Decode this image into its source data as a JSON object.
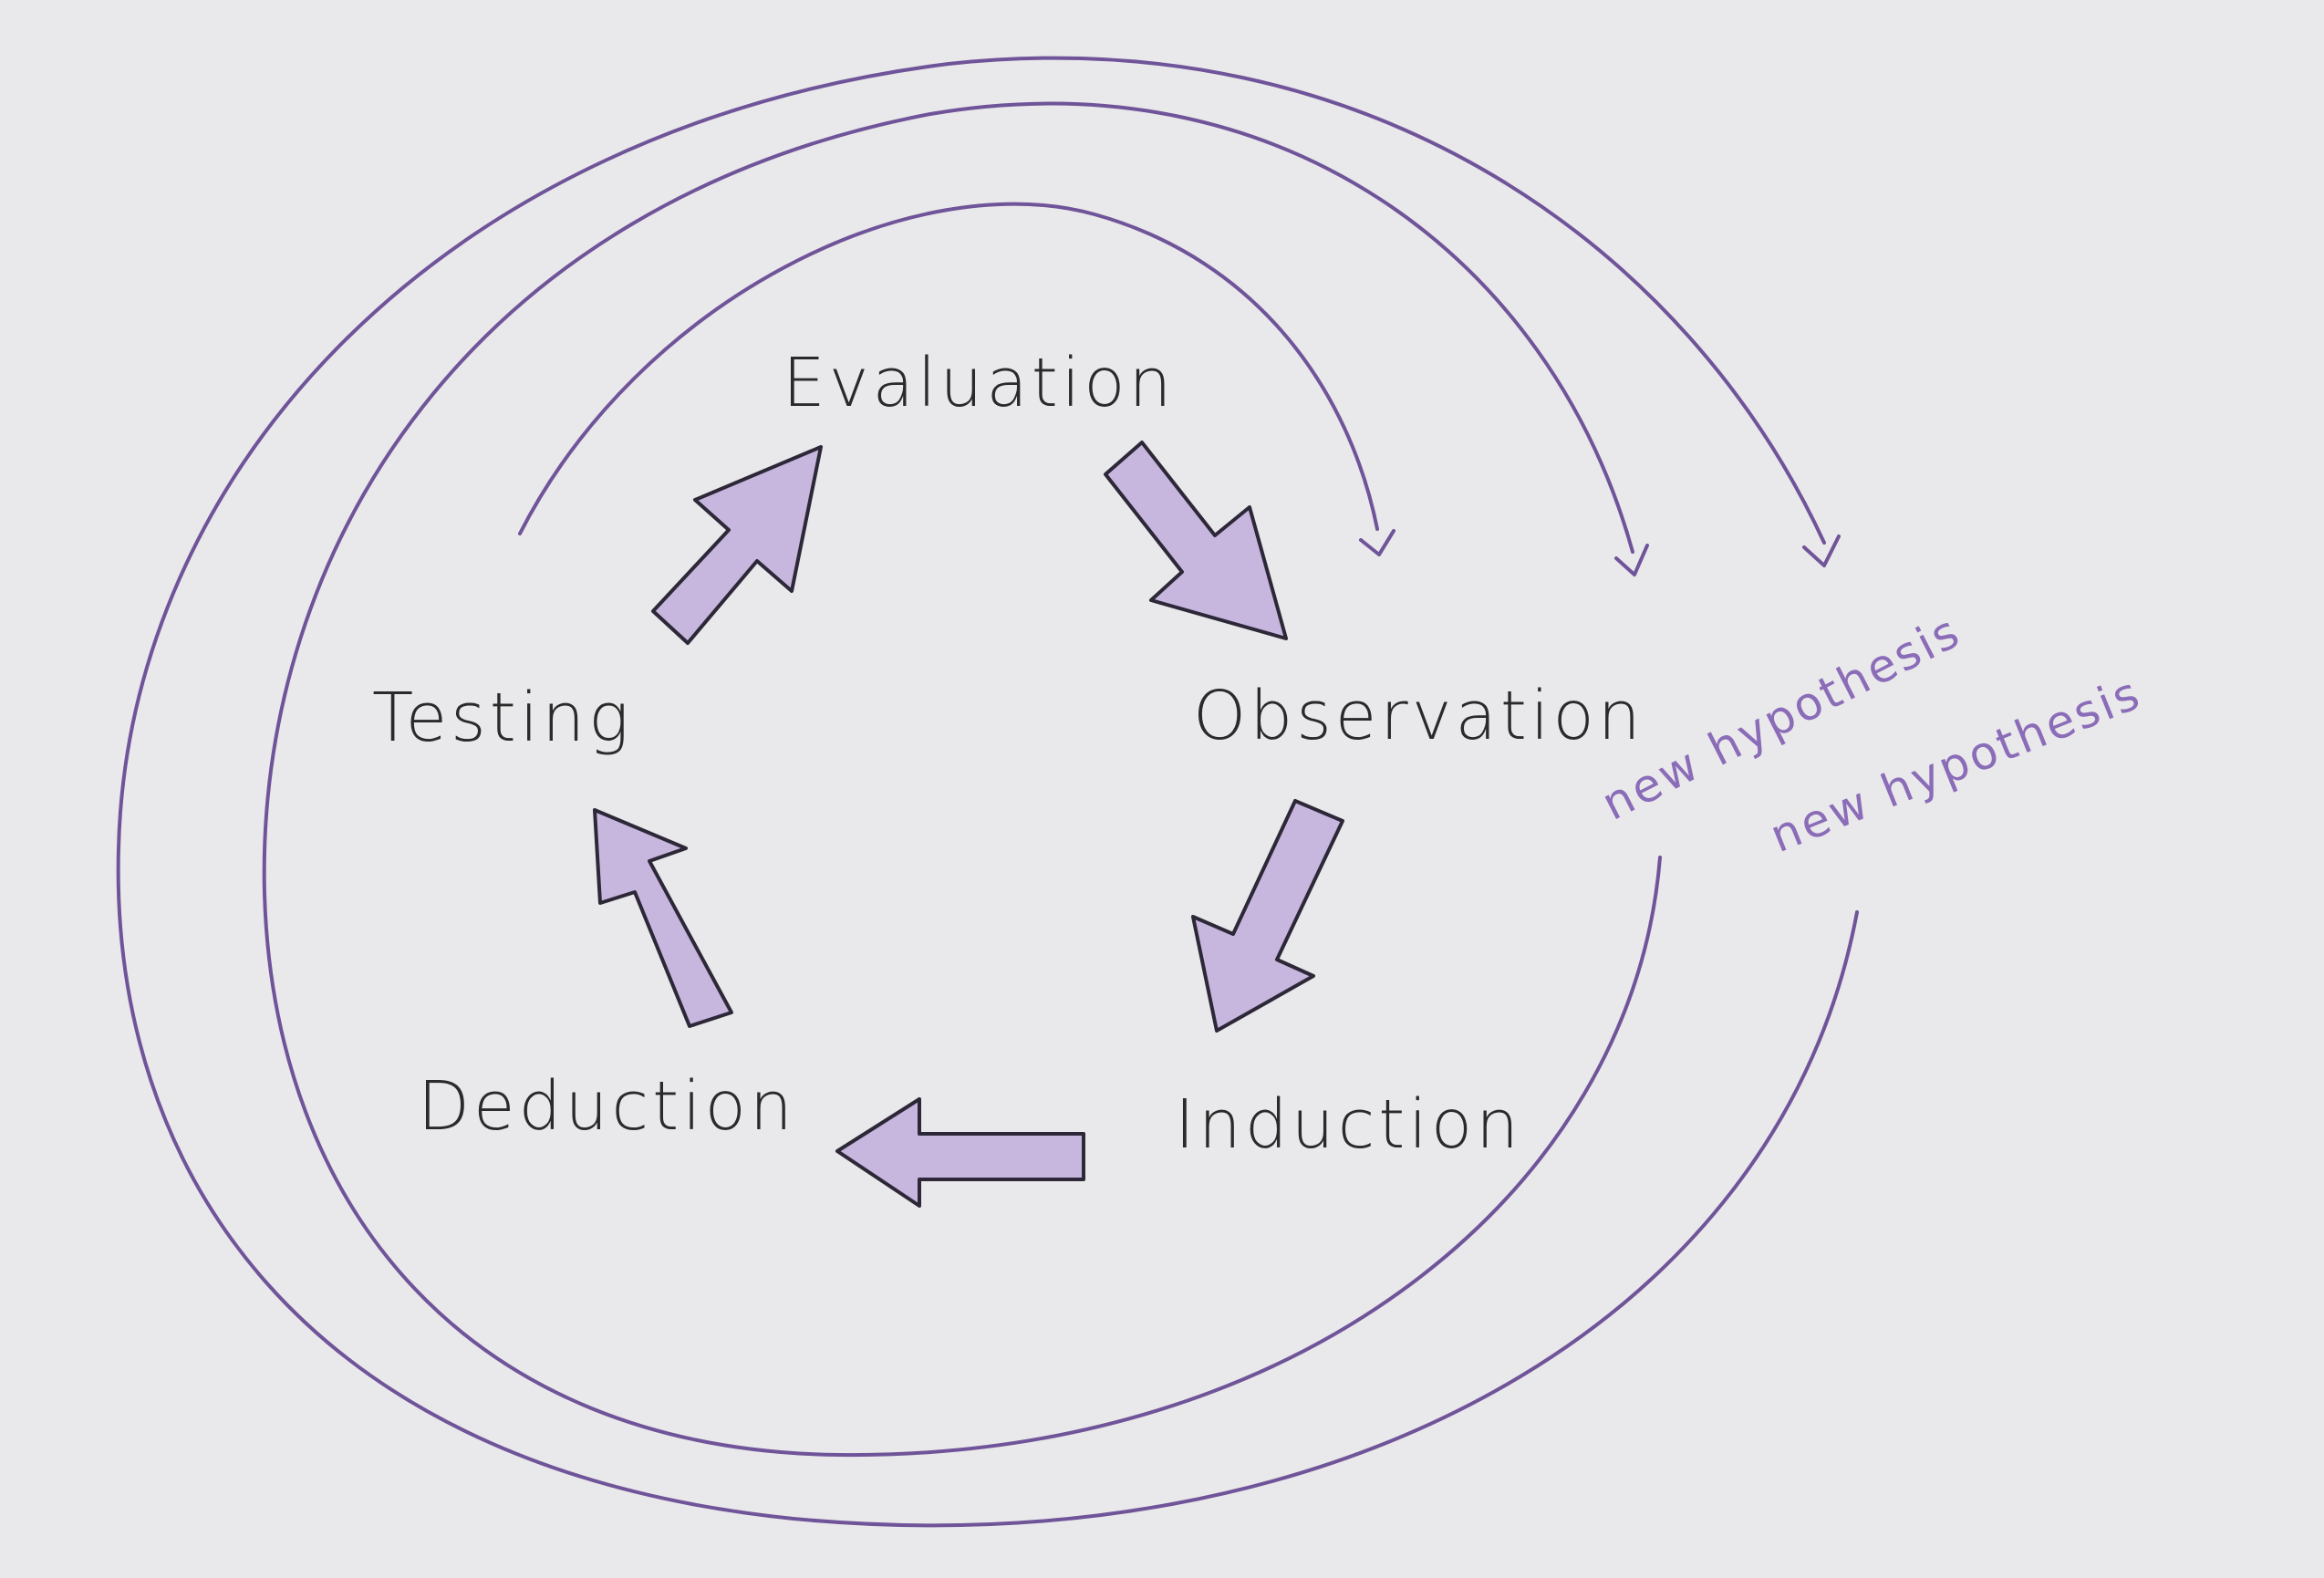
{
  "diagram": {
    "nodes": {
      "evaluation": "Evaluation",
      "observation": "Observation",
      "induction": "Induction",
      "deduction": "Deduction",
      "testing": "Testing"
    },
    "loops": {
      "inner_label": "new hypothesis",
      "outer_label": "new hypothesis"
    },
    "colors": {
      "paper": "#e9e8ea",
      "loop_stroke": "#6f5499",
      "arrow_fill": "#c7b6de",
      "ink": "#2a2a2a",
      "hypothesis_text": "#8a6cb8"
    }
  }
}
